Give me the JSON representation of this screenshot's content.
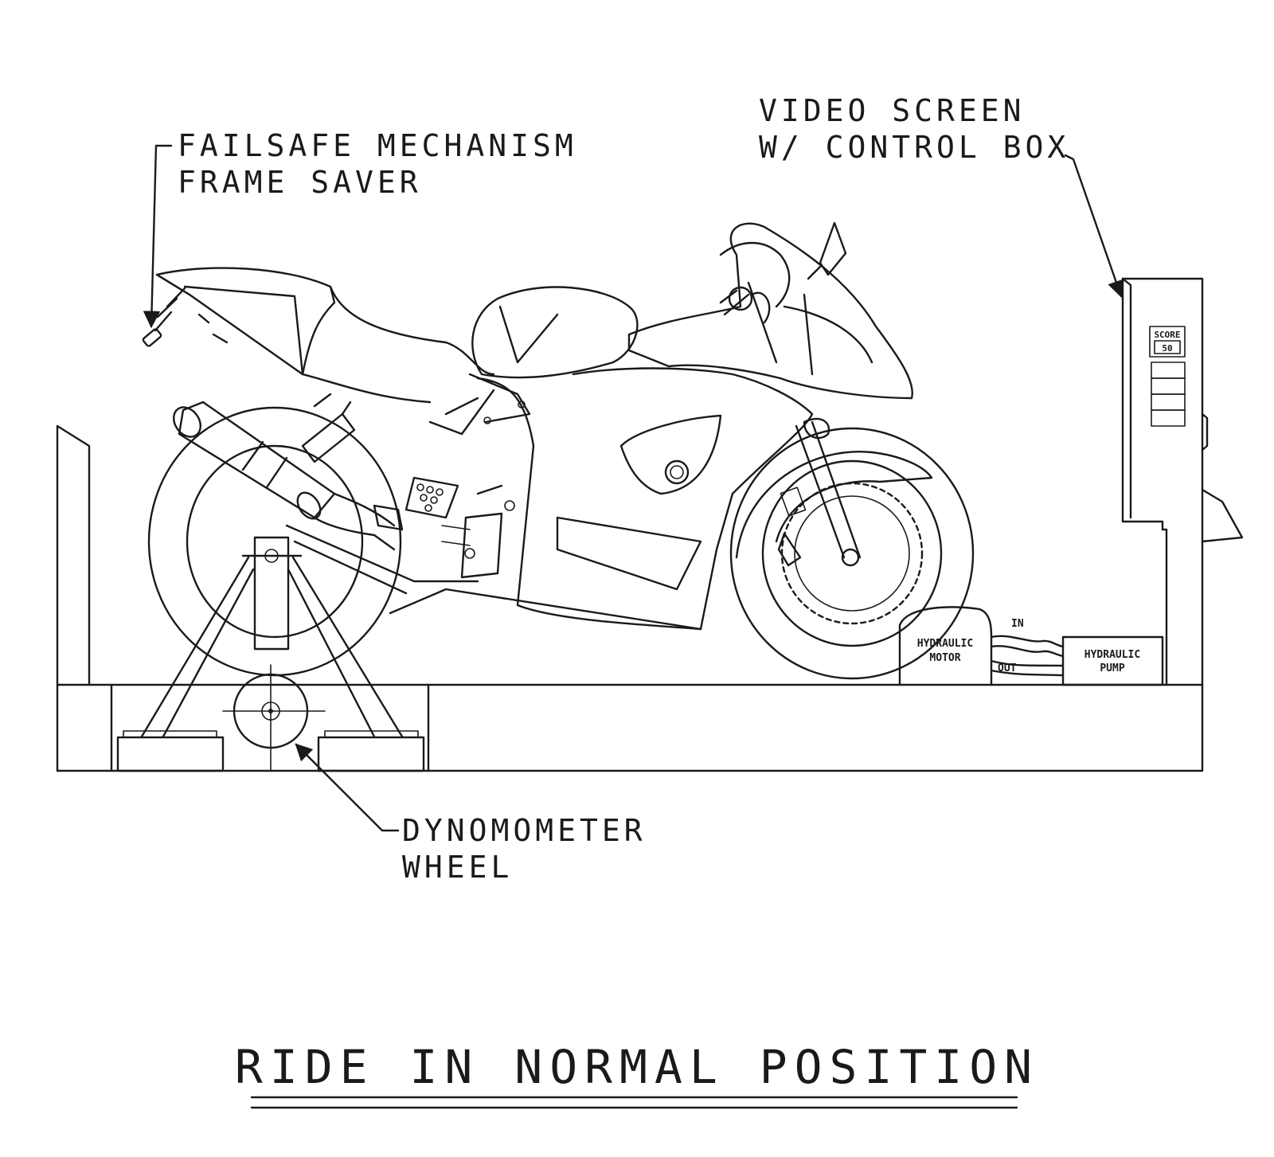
{
  "labels": {
    "failsafe_line1": "FAILSAFE MECHANISM",
    "failsafe_line2": "FRAME SAVER",
    "video_line1": "VIDEO SCREEN",
    "video_line2": "W/ CONTROL BOX",
    "dyno_line1": "DYNOMOMETER",
    "dyno_line2": "WHEEL",
    "hydraulic_motor_line1": "HYDRAULIC",
    "hydraulic_motor_line2": "MOTOR",
    "hydraulic_pump_line1": "HYDRAULIC",
    "hydraulic_pump_line2": "PUMP",
    "hose_in": "IN",
    "hose_out": "OUT",
    "score_label": "SCORE",
    "score_value": "50"
  },
  "title": "RIDE IN NORMAL POSITION"
}
